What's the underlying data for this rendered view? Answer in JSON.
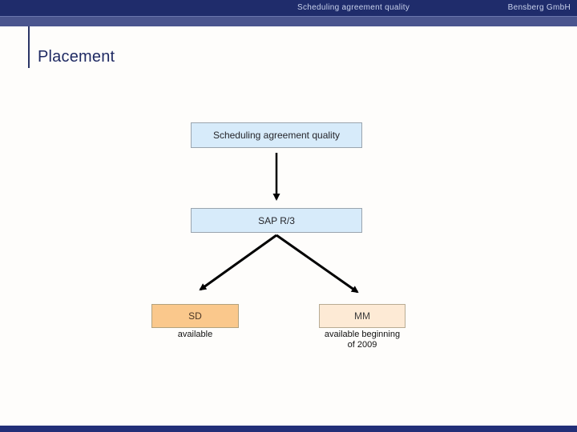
{
  "header": {
    "title": "Scheduling agreement quality",
    "company": "Bensberg GmbH"
  },
  "slide": {
    "title": "Placement"
  },
  "diagram": {
    "root_label": "Scheduling agreement quality",
    "sap_label": "SAP R/3",
    "sd_label": "SD",
    "sd_caption": "available",
    "mm_label": "MM",
    "mm_caption_line1": "available beginning",
    "mm_caption_line2": "of  2009"
  },
  "colors": {
    "header_bar": "#1f2c6b",
    "header_subbar": "#4a558e",
    "footer_bar": "#222f78",
    "title_text": "#1f2a63",
    "blue_box_fill": "#d7ebfa",
    "sd_box_fill": "#fac88c",
    "mm_box_fill": "#fdead5",
    "arrow": "#000000"
  }
}
